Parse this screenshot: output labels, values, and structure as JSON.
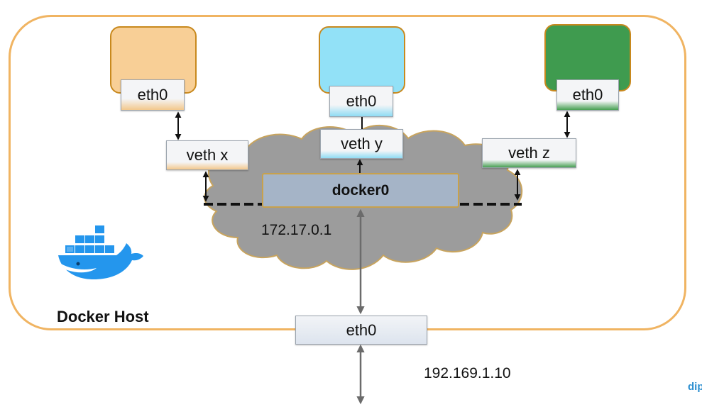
{
  "diagram": {
    "host_label": "Docker Host",
    "bridge": {
      "label": "docker0",
      "ip": "172.17.0.1"
    },
    "containers": [
      {
        "eth_label": "eth0",
        "veth_label": "veth x",
        "color": "#f8cf96"
      },
      {
        "eth_label": "eth0",
        "veth_label": "veth y",
        "color": "#92e1f7"
      },
      {
        "eth_label": "eth0",
        "veth_label": "veth z",
        "color": "#3f9b4f"
      }
    ],
    "host_interface": {
      "label": "eth0",
      "ip": "192.169.1.10"
    },
    "corner_text": "dip",
    "colors": {
      "host_border": "#f0b462",
      "cloud": "#9c9c9c",
      "bridge": "#a5b4c7",
      "docker_blue": "#2496ed"
    },
    "icons": {
      "logo": "docker-whale-icon"
    }
  }
}
